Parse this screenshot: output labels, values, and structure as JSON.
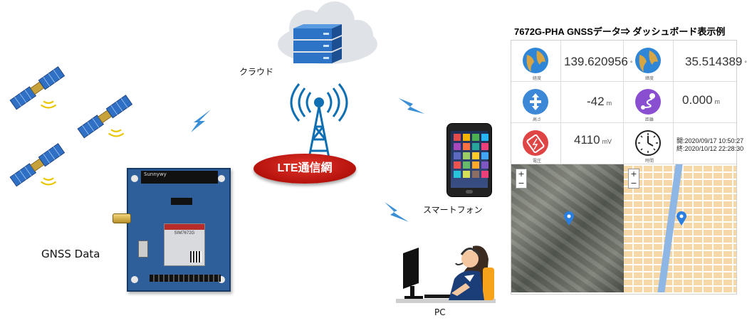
{
  "labels": {
    "cloud": "クラウド",
    "gnss": "GNSS Data",
    "lte": "LTE通信網",
    "smartphone": "スマートフォン",
    "pc": "PC"
  },
  "board": {
    "brand": "Sunnywy",
    "module": "SIM7672G"
  },
  "dashboard": {
    "title": "7672G-PHA GNSSデータ⇒ ダッシュボード表示例",
    "longitude": {
      "value": "139.620956",
      "unit": "°",
      "caption": "経度"
    },
    "latitude": {
      "value": "35.514389",
      "unit": "°",
      "caption": "緯度"
    },
    "altitude": {
      "value": "-42",
      "unit": "m",
      "caption": "高さ"
    },
    "distance": {
      "value": "0.000",
      "unit": "m",
      "caption": "距離"
    },
    "voltage": {
      "value": "4110",
      "unit": "mV",
      "caption": "電圧"
    },
    "time": {
      "line1": "開:2020/09/17 10:50:27",
      "line2": "終:2020/10/12 22:28:30",
      "caption": "時間"
    }
  },
  "colors": {
    "lte_red": "#c0150e",
    "satellite_blue": "#2f6fc4",
    "panel_gold": "#c7a23a",
    "signal_yellow": "#e9c600",
    "tower_blue": "#0e6fb3",
    "lightning_blue": "#3a8fd6",
    "icon_blue": "#3c88d6",
    "icon_purple": "#8a4fd0",
    "icon_red": "#e04545"
  }
}
